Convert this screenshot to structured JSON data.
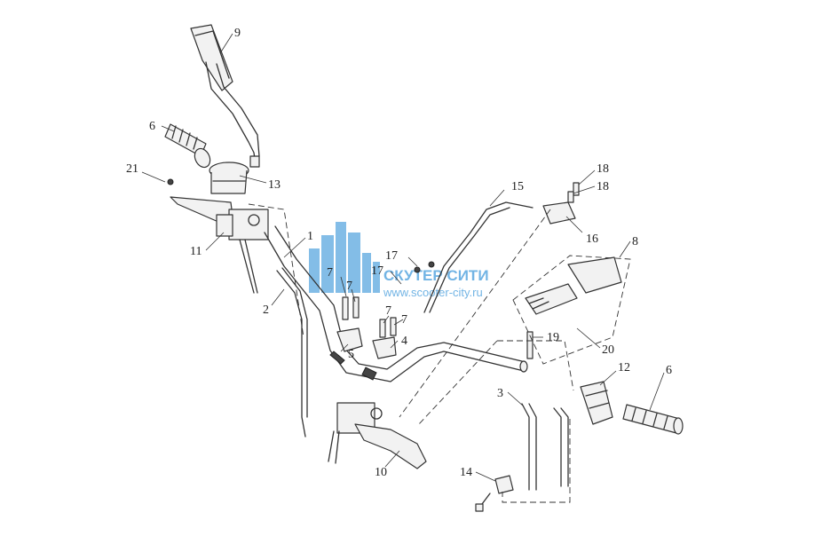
{
  "callouts": {
    "c1": "1",
    "c2": "2",
    "c3": "3",
    "c4": "4",
    "c5": "5",
    "c6a": "6",
    "c6b": "6",
    "c7a": "7",
    "c7b": "7",
    "c7c": "7",
    "c7d": "7",
    "c8": "8",
    "c9": "9",
    "c10": "10",
    "c11": "11",
    "c12": "12",
    "c13": "13",
    "c14": "14",
    "c15": "15",
    "c16": "16",
    "c17a": "17",
    "c17b": "17",
    "c18a": "18",
    "c18b": "18",
    "c19": "19",
    "c20": "20",
    "c21": "21"
  },
  "watermark": {
    "title": "СКУТЕР СИТИ",
    "url": "www.scooter-city.ru",
    "color": "#5aa7e0"
  }
}
